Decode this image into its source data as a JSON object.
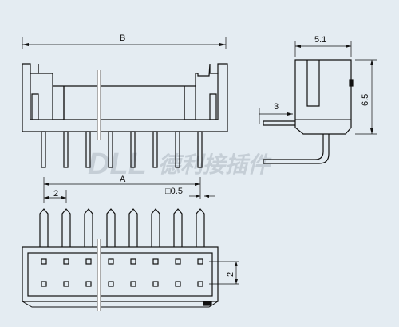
{
  "drawing": {
    "front_view": {
      "overall_width_label": "B"
    },
    "side_view": {
      "depth_label": "5.1",
      "height_label": "6.5",
      "pin_offset_label": "3"
    },
    "bottom_view": {
      "pin_span_label": "A",
      "pin_pitch_label": "2",
      "pin_size_label": "□0.5",
      "row_pitch_label": "2",
      "pins_per_row": 8,
      "rows": 2
    }
  },
  "watermark": {
    "latin": "DLL",
    "chinese": "德利接插件"
  },
  "colors": {
    "background": "#e4ecf2",
    "line": "#111111",
    "watermark": "#c5ced6"
  }
}
